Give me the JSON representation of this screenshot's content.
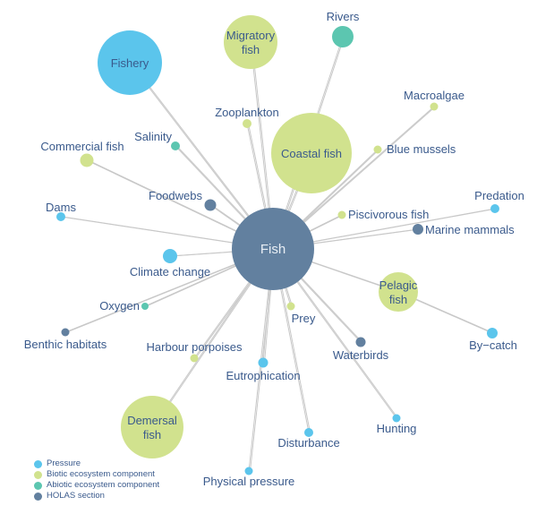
{
  "colors": {
    "pressure": "#5bc5ec",
    "biotic": "#d1e28e",
    "abiotic": "#5cc6b0",
    "holas": "#62809f",
    "edge": "#c8c8c8",
    "label": "#3a5a8c",
    "center_label": "#e8eef5"
  },
  "center": {
    "id": "fish",
    "label": "Fish",
    "category": "holas"
  },
  "nodes": [
    {
      "id": "fishery",
      "lines": [
        "Fishery"
      ],
      "category": "pressure"
    },
    {
      "id": "migratory-fish",
      "lines": [
        "Migratory",
        "fish"
      ],
      "category": "biotic"
    },
    {
      "id": "rivers",
      "lines": [
        "Rivers"
      ],
      "category": "abiotic"
    },
    {
      "id": "macroalgae",
      "lines": [
        "Macroalgae"
      ],
      "category": "biotic"
    },
    {
      "id": "zooplankton",
      "lines": [
        "Zooplankton"
      ],
      "category": "biotic"
    },
    {
      "id": "coastal-fish",
      "lines": [
        "Coastal fish"
      ],
      "category": "biotic"
    },
    {
      "id": "blue-mussels",
      "lines": [
        "Blue mussels"
      ],
      "category": "biotic"
    },
    {
      "id": "salinity",
      "lines": [
        "Salinity"
      ],
      "category": "abiotic"
    },
    {
      "id": "commercial-fish",
      "lines": [
        "Commercial fish"
      ],
      "category": "biotic"
    },
    {
      "id": "foodwebs",
      "lines": [
        "Foodwebs"
      ],
      "category": "holas"
    },
    {
      "id": "predation",
      "lines": [
        "Predation"
      ],
      "category": "pressure"
    },
    {
      "id": "dams",
      "lines": [
        "Dams"
      ],
      "category": "pressure"
    },
    {
      "id": "piscivorous-fish",
      "lines": [
        "Piscivorous fish"
      ],
      "category": "biotic"
    },
    {
      "id": "marine-mammals",
      "lines": [
        "Marine mammals"
      ],
      "category": "holas"
    },
    {
      "id": "climate-change",
      "lines": [
        "Climate change"
      ],
      "category": "pressure"
    },
    {
      "id": "pelagic-fish",
      "lines": [
        "Pelagic",
        "fish"
      ],
      "category": "biotic"
    },
    {
      "id": "oxygen",
      "lines": [
        "Oxygen"
      ],
      "category": "abiotic"
    },
    {
      "id": "prey",
      "lines": [
        "Prey"
      ],
      "category": "biotic"
    },
    {
      "id": "benthic-habitats",
      "lines": [
        "Benthic habitats"
      ],
      "category": "holas"
    },
    {
      "id": "waterbirds",
      "lines": [
        "Waterbirds"
      ],
      "category": "holas"
    },
    {
      "id": "by-catch",
      "lines": [
        "By−catch"
      ],
      "category": "pressure"
    },
    {
      "id": "harbour-porpoises",
      "lines": [
        "Harbour porpoises"
      ],
      "category": "biotic"
    },
    {
      "id": "eutrophication",
      "lines": [
        "Eutrophication"
      ],
      "category": "pressure"
    },
    {
      "id": "hunting",
      "lines": [
        "Hunting"
      ],
      "category": "pressure"
    },
    {
      "id": "demersal-fish",
      "lines": [
        "Demersal",
        "fish"
      ],
      "category": "biotic"
    },
    {
      "id": "disturbance",
      "lines": [
        "Disturbance"
      ],
      "category": "pressure"
    },
    {
      "id": "physical-pressure",
      "lines": [
        "Physical pressure"
      ],
      "category": "pressure"
    }
  ],
  "edges": [
    [
      "fish",
      "fishery"
    ],
    [
      "fish",
      "migratory-fish"
    ],
    [
      "fish",
      "rivers"
    ],
    [
      "fish",
      "macroalgae"
    ],
    [
      "fish",
      "zooplankton"
    ],
    [
      "fish",
      "coastal-fish"
    ],
    [
      "fish",
      "blue-mussels"
    ],
    [
      "fish",
      "salinity"
    ],
    [
      "fish",
      "commercial-fish"
    ],
    [
      "fish",
      "foodwebs"
    ],
    [
      "fish",
      "predation"
    ],
    [
      "fish",
      "dams"
    ],
    [
      "fish",
      "piscivorous-fish"
    ],
    [
      "fish",
      "marine-mammals"
    ],
    [
      "fish",
      "climate-change"
    ],
    [
      "fish",
      "pelagic-fish"
    ],
    [
      "fish",
      "oxygen"
    ],
    [
      "fish",
      "prey"
    ],
    [
      "fish",
      "benthic-habitats"
    ],
    [
      "fish",
      "waterbirds"
    ],
    [
      "fish",
      "harbour-porpoises"
    ],
    [
      "fish",
      "eutrophication"
    ],
    [
      "fish",
      "hunting"
    ],
    [
      "fish",
      "demersal-fish"
    ],
    [
      "fish",
      "disturbance"
    ],
    [
      "fish",
      "physical-pressure"
    ],
    [
      "pelagic-fish",
      "by-catch"
    ]
  ],
  "legend": [
    {
      "label": "Pressure",
      "category": "pressure"
    },
    {
      "label": "Biotic ecosystem component",
      "category": "biotic"
    },
    {
      "label": "Abiotic ecosystem component",
      "category": "abiotic"
    },
    {
      "label": "HOLAS section",
      "category": "holas"
    }
  ]
}
